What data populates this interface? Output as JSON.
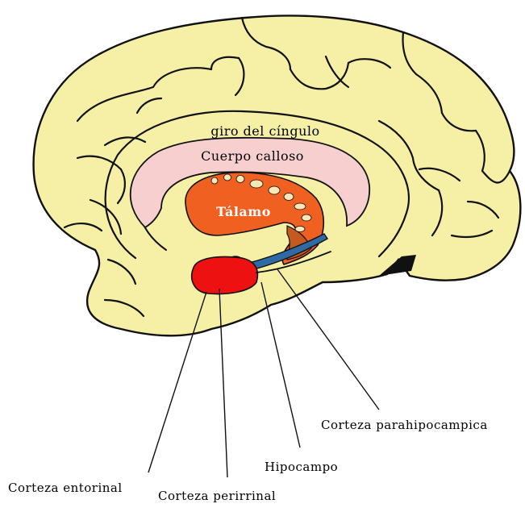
{
  "diagram": {
    "labels": {
      "cingulate": "giro del cíngulo",
      "corpus": "Cuerpo calloso",
      "thalamus": "Tálamo",
      "parahippo": "Corteza parahipocampica",
      "hippocampus": "Hipocampo",
      "entorhinal": "Corteza entorinal",
      "perirhinal": "Corteza perirrinal"
    },
    "colors": {
      "brain": "#f5f0a5",
      "outline": "#111111",
      "corpus": "#f7cfcf",
      "thalamus": "#f06020",
      "entorhinal": "#ee1111",
      "perirhinal": "#22cc33",
      "hippocampus": "#2f6aa5",
      "fornix": "#c45a1e",
      "ventricle_spots": "#fbe7b5"
    }
  }
}
